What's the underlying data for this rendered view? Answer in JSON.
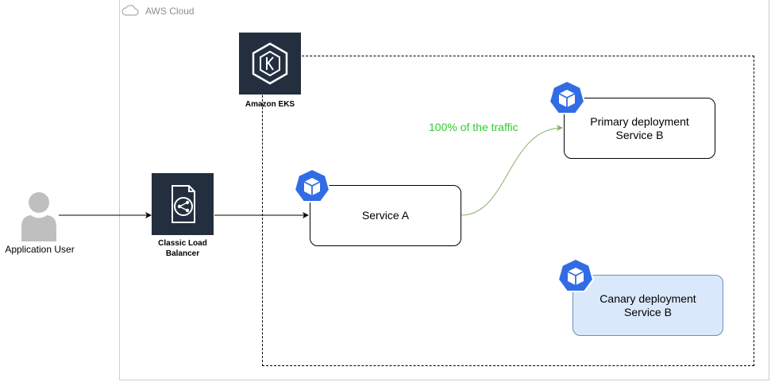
{
  "cloud": {
    "label": "AWS Cloud"
  },
  "eks": {
    "label": "Amazon EKS"
  },
  "load_balancer": {
    "label_line1": "Classic Load",
    "label_line2": "Balancer"
  },
  "user": {
    "label": "Application User"
  },
  "service_a": {
    "label": "Service A"
  },
  "primary": {
    "line1": "Primary deployment",
    "line2": "Service B"
  },
  "canary": {
    "line1": "Canary deployment",
    "line2": "Service B"
  },
  "traffic": {
    "label": "100% of the traffic"
  },
  "colors": {
    "aws_tile": "#232f3e",
    "k8s_blue": "#326ce5",
    "traffic_green": "#2fcc2f",
    "traffic_edge": "#82b366",
    "canary_fill": "#dae8fc",
    "canary_stroke": "#6c8ebf"
  },
  "icons": {
    "cloud": "aws-cloud-icon",
    "eks": "amazon-eks-icon",
    "load_balancer": "classic-load-balancer-icon",
    "user": "user-icon",
    "kubernetes": "kubernetes-pod-icon"
  }
}
